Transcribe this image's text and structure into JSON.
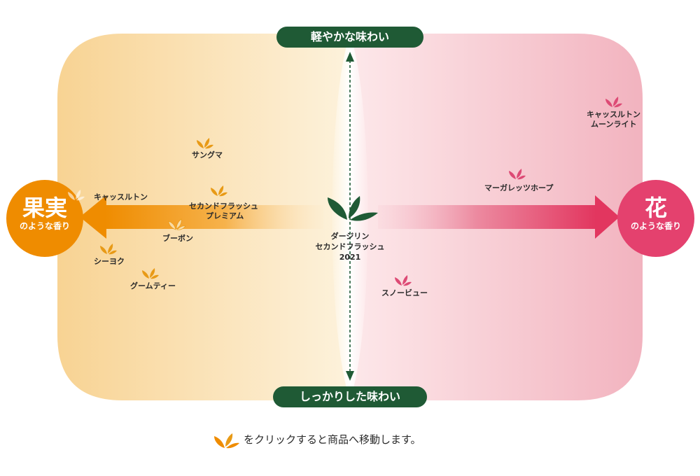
{
  "axes": {
    "top": "軽やかな味わい",
    "bottom": "しっかりした味わい",
    "left_main": "果実",
    "left_sub": "のような香り",
    "right_main": "花",
    "right_sub": "のような香り"
  },
  "center": {
    "line1": "ダージリン",
    "line2": "セカンドフラッシュ",
    "line3": "2021"
  },
  "items": {
    "sangma": "サングマ",
    "castleton_fruit": "キャッスルトン",
    "second_premium_1": "セカンドフラッシュ",
    "second_premium_2": "プレミアム",
    "bourbon": "ブーボン",
    "shiyok": "シーヨク",
    "gumti": "グームティー",
    "castleton_moon_1": "キャッスルトン",
    "castleton_moon_2": "ムーンライト",
    "margarets_hope": "マーガレッツホープ",
    "snowview": "スノービュー"
  },
  "footer": {
    "note": "をクリックすると商品へ移動します。"
  },
  "colors": {
    "fruit": "#ef8c00",
    "flower": "#e4416e",
    "dark_green": "#1f5a35",
    "fruit_leaf": "#e89a16",
    "flower_leaf": "#dd4a75"
  }
}
